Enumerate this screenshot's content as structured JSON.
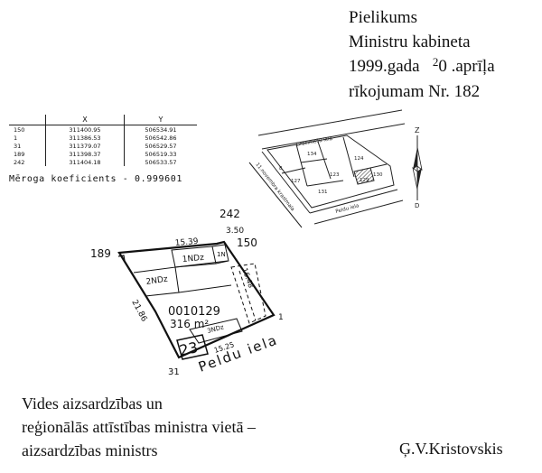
{
  "header": {
    "line1": "Pielikums",
    "line2": "Ministru kabineta",
    "line3_pre": "1999.gada",
    "line3_sup": "2",
    "line3_post": "0 .aprīļa",
    "line4": "rīkojumam Nr. 182"
  },
  "coordinates": {
    "headers": [
      "X",
      "Y"
    ],
    "rows": [
      {
        "point": "150",
        "x": "311400.95",
        "y": "506534.91"
      },
      {
        "point": "1",
        "x": "311386.53",
        "y": "506542.86"
      },
      {
        "point": "31",
        "x": "311379.07",
        "y": "506529.57"
      },
      {
        "point": "189",
        "x": "311398.37",
        "y": "506519.33"
      },
      {
        "point": "242",
        "x": "311404.18",
        "y": "506533.57"
      }
    ],
    "scale_note": "Mēroga koeficients - 0.999601"
  },
  "location_map": {
    "streets": {
      "top": "Graciniešu iela",
      "left": "11.novembra krastmala",
      "bottom": "Peldu iela"
    },
    "parcels": [
      "8",
      "134",
      "127",
      "131",
      "123",
      "129",
      "130",
      "124"
    ]
  },
  "north_arrow": {
    "n": "Z",
    "s": "D"
  },
  "plot": {
    "corners": {
      "nw": "189",
      "ne": "242",
      "e": "150",
      "se": "1",
      "sw": "31"
    },
    "dimensions": {
      "top": "15.39",
      "ne_short": "3.50",
      "right": "16.48",
      "left": "21.86",
      "bottom": "15.25"
    },
    "buildings": [
      "1NDz",
      "1N",
      "2NDz",
      "3NDz"
    ],
    "parcel_id": "0010129",
    "area": "316 m²",
    "house_number": "23",
    "street": "Peldu iela"
  },
  "footer": {
    "line1": "Vides aizsardzības un",
    "line2": "reģionālās attīstības ministra vietā –",
    "line3": "aizsardzības ministrs",
    "signature": "Ģ.V.Kristovskis"
  }
}
